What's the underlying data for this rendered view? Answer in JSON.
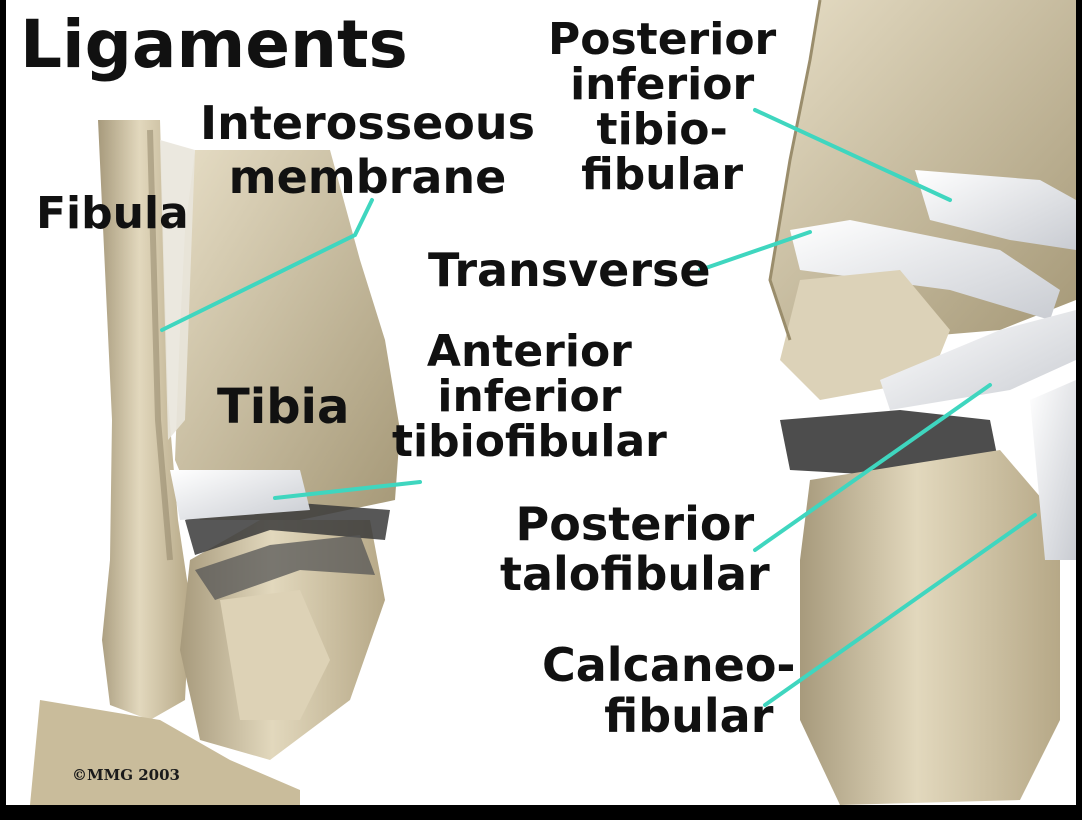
{
  "title": "Ligaments",
  "copyright": "©MMG 2003",
  "labels": {
    "interosseous_membrane": [
      "Interosseous",
      "membrane"
    ],
    "fibula": "Fibula",
    "tibia": "Tibia",
    "posterior_inferior_tibiofibular": [
      "Posterior",
      "inferior",
      "tibio-",
      "fibular"
    ],
    "transverse": "Transverse",
    "anterior_inferior_tibiofibular": [
      "Anterior",
      "inferior",
      "tibiofibular"
    ],
    "posterior_talofibular": [
      "Posterior",
      "talofibular"
    ],
    "calcaneofibular": [
      "Calcaneo-",
      "fibular"
    ]
  },
  "colors": {
    "background": "#ffffff",
    "frame": "#000000",
    "bone": "#d8ccae",
    "leader_line": "#3fd6bf",
    "ligament": "#f2f2f4",
    "text": "#111111"
  }
}
